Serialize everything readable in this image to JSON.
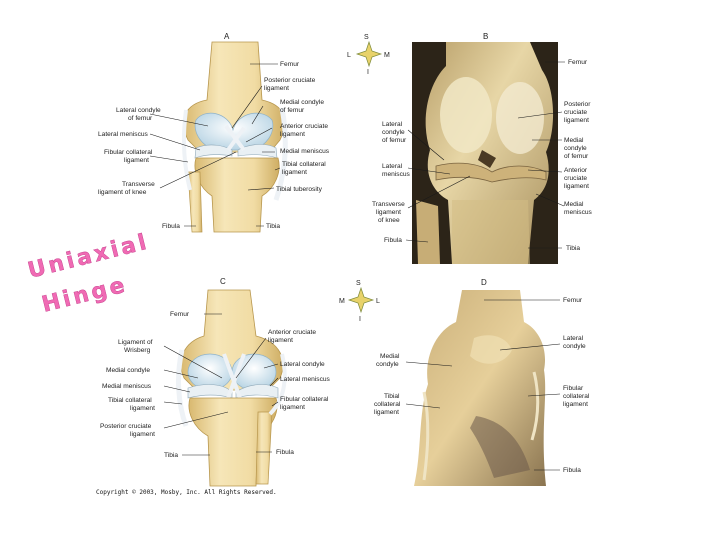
{
  "overlay": {
    "line1": "Uniaxial",
    "line2": "Hinge"
  },
  "copyright": "Copyright © 2003, Mosby, Inc. All Rights Reserved.",
  "panels": {
    "A": {
      "letter": "A",
      "labels": {
        "femur": "Femur",
        "posterior_cruciate_1": "Posterior cruciate",
        "posterior_cruciate_2": "ligament",
        "lateral_condyle_1": "Lateral condyle",
        "lateral_condyle_2": "of femur",
        "medial_condyle_1": "Medial condyle",
        "medial_condyle_2": "of femur",
        "lateral_meniscus": "Lateral meniscus",
        "anterior_cruciate_1": "Anterior cruciate",
        "anterior_cruciate_2": "ligament",
        "fibular_collateral_1": "Fibular collateral",
        "fibular_collateral_2": "ligament",
        "medial_meniscus": "Medial meniscus",
        "tibial_collateral_1": "Tibial collateral",
        "tibial_collateral_2": "ligament",
        "transverse_1": "Transverse",
        "transverse_2": "ligament of knee",
        "tibial_tuberosity": "Tibial tuberosity",
        "fibula": "Fibula",
        "tibia": "Tibia"
      }
    },
    "B": {
      "letter": "B",
      "compass": {
        "top": "S",
        "left": "L",
        "right": "M",
        "bottom": "I"
      },
      "labels": {
        "femur": "Femur",
        "posterior_cruciate_1": "Posterior",
        "posterior_cruciate_2": "cruciate",
        "posterior_cruciate_3": "ligament",
        "lateral_condyle_1": "Lateral",
        "lateral_condyle_2": "condyle",
        "lateral_condyle_3": "of femur",
        "medial_condyle_1": "Medial",
        "medial_condyle_2": "condyle",
        "medial_condyle_3": "of femur",
        "lateral_meniscus_1": "Lateral",
        "lateral_meniscus_2": "meniscus",
        "anterior_cruciate_1": "Anterior",
        "anterior_cruciate_2": "cruciate",
        "anterior_cruciate_3": "ligament",
        "transverse_1": "Transverse",
        "transverse_2": "ligament",
        "transverse_3": "of knee",
        "medial_meniscus_1": "Medial",
        "medial_meniscus_2": "meniscus",
        "fibula": "Fibula",
        "tibia": "Tibia"
      }
    },
    "C": {
      "letter": "C",
      "labels": {
        "femur": "Femur",
        "anterior_cruciate_1": "Anterior cruciate",
        "anterior_cruciate_2": "ligament",
        "wrisberg_1": "Ligament of",
        "wrisberg_2": "Wrisberg",
        "lateral_condyle": "Lateral condyle",
        "medial_condyle": "Medial condyle",
        "lateral_meniscus": "Lateral meniscus",
        "medial_meniscus": "Medial meniscus",
        "tibial_collateral_1": "Tibial collateral",
        "tibial_collateral_2": "ligament",
        "fibular_collateral_1": "Fibular collateral",
        "fibular_collateral_2": "ligament",
        "posterior_cruciate_1": "Posterior cruciate",
        "posterior_cruciate_2": "ligament",
        "tibia": "Tibia",
        "fibula": "Fibula"
      }
    },
    "D": {
      "letter": "D",
      "compass": {
        "top": "S",
        "left": "M",
        "right": "L",
        "bottom": "I"
      },
      "labels": {
        "femur": "Femur",
        "lateral_condyle_1": "Lateral",
        "lateral_condyle_2": "condyle",
        "medial_condyle_1": "Medial",
        "medial_condyle_2": "condyle",
        "tibial_collateral_1": "Tibial",
        "tibial_collateral_2": "collateral",
        "tibial_collateral_3": "ligament",
        "fibular_collateral_1": "Fibular",
        "fibular_collateral_2": "collateral",
        "fibular_collateral_3": "ligament",
        "fibula": "Fibula"
      }
    }
  },
  "colors": {
    "bone": "#f2dfa8",
    "bone_shadow": "#d9b970",
    "cartilage": "#cfe3ee",
    "ligament": "#e8ecf0",
    "photo_bone": "#e0c98c",
    "photo_dark": "#6b5a3a",
    "overlay_pink": "#f06ab4"
  }
}
